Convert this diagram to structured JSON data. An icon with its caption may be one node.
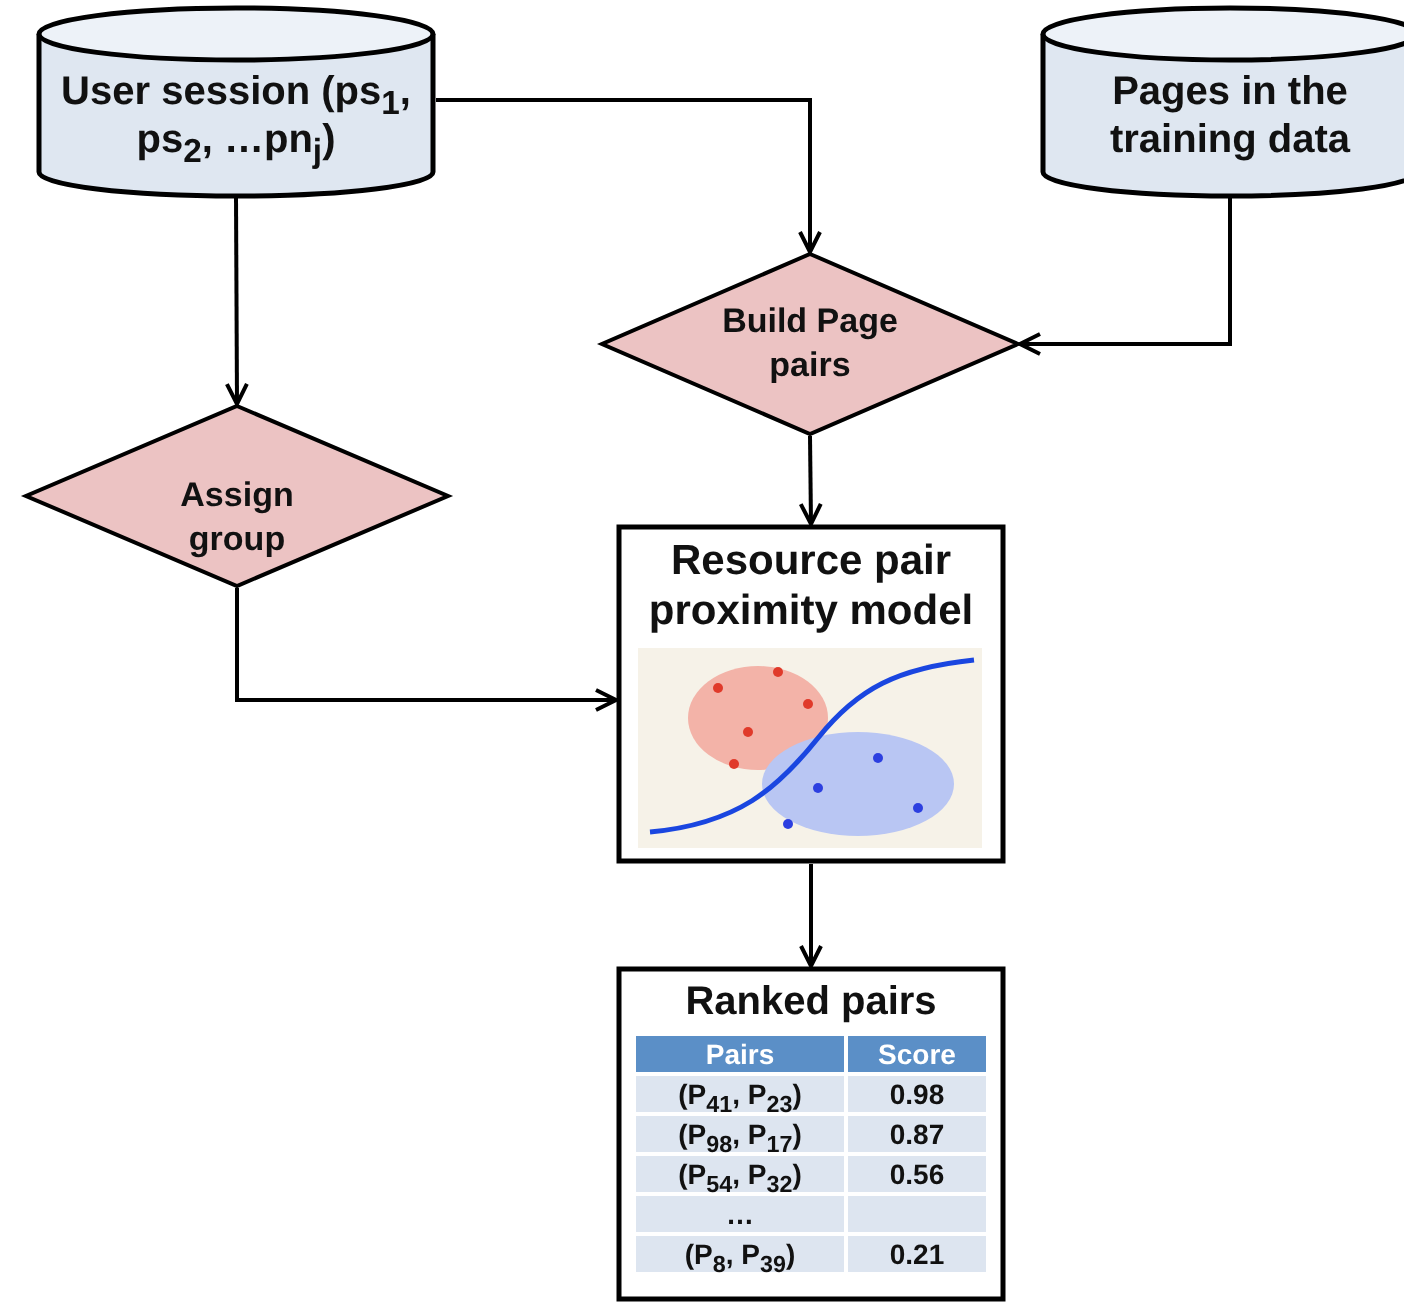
{
  "diagram": {
    "nodes": [
      {
        "text": [
          "User session (ps$_{1}$, ps$_{2}$, …pn$_{j}$)"
        ]
      },
      {
        "text": [
          "Pages in the training data"
        ]
      },
      {
        "text": [
          "Build Page pairs"
        ]
      },
      {
        "text": [
          "Assign group"
        ]
      },
      {
        "text": [
          "Resource pair proximity model"
        ]
      },
      {
        "text": [
          "Ranked pairs"
        ]
      }
    ],
    "edges": [
      {
        "from": 0,
        "to": 2,
        "arrow": "to"
      },
      {
        "from": 0,
        "to": 3,
        "arrow": "to"
      },
      {
        "from": 1,
        "to": 2,
        "arrow": "to"
      },
      {
        "from": 2,
        "to": 4,
        "arrow": "to"
      },
      {
        "from": 3,
        "to": 4,
        "arrow": "to"
      },
      {
        "from": 4,
        "to": 5,
        "arrow": "to"
      }
    ],
    "labels": [
      "Pairs",
      "Score",
      "(P$_{41}$, P$_{23}$)",
      "0.98",
      "(P$_{98}$, P$_{17}$)",
      "0.87",
      "(P$_{54}$, P$_{32}$)",
      "0.56",
      "…",
      "(P$_{8}$, P$_{39}$)",
      "0.21"
    ]
  }
}
